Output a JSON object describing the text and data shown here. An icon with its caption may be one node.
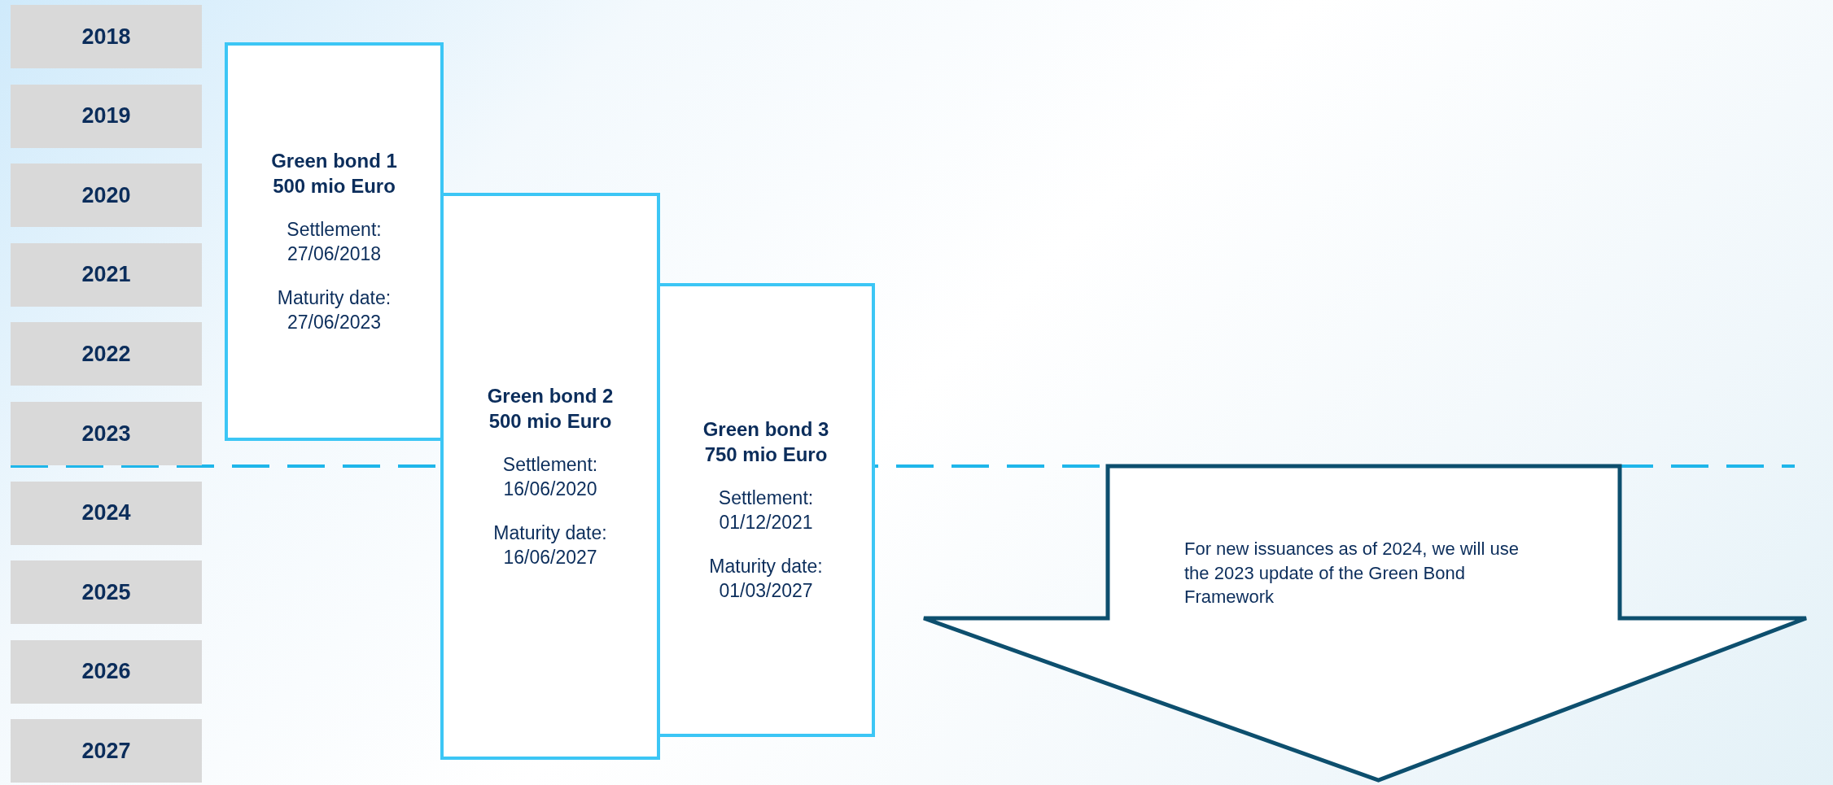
{
  "diagram": {
    "nodes": [
      {
        "text": [
          "2018"
        ]
      },
      {
        "text": [
          "2019"
        ]
      },
      {
        "text": [
          "2020"
        ]
      },
      {
        "text": [
          "2021"
        ]
      },
      {
        "text": [
          "2022"
        ]
      },
      {
        "text": [
          "2023"
        ]
      },
      {
        "text": [
          "2024"
        ]
      },
      {
        "text": [
          "2025"
        ]
      },
      {
        "text": [
          "2026"
        ]
      },
      {
        "text": [
          "2027"
        ]
      },
      {
        "text": [
          "Green bond 1 500 mio Euro",
          "Settlement: 27/06/2018",
          "Maturity date: 27/06/2023"
        ]
      },
      {
        "text": [
          "Green bond 2 500 mio Euro",
          "Settlement: 16/06/2020",
          "Maturity date: 16/06/2027"
        ]
      },
      {
        "text": [
          "Green bond 3 750 mio Euro",
          "Settlement: 01/12/2021",
          "Maturity date: 01/03/2027"
        ]
      },
      {
        "text": [
          "For new issuances as of 2024, we will use the 2023 update of the Green Bond Framework"
        ]
      }
    ]
  }
}
